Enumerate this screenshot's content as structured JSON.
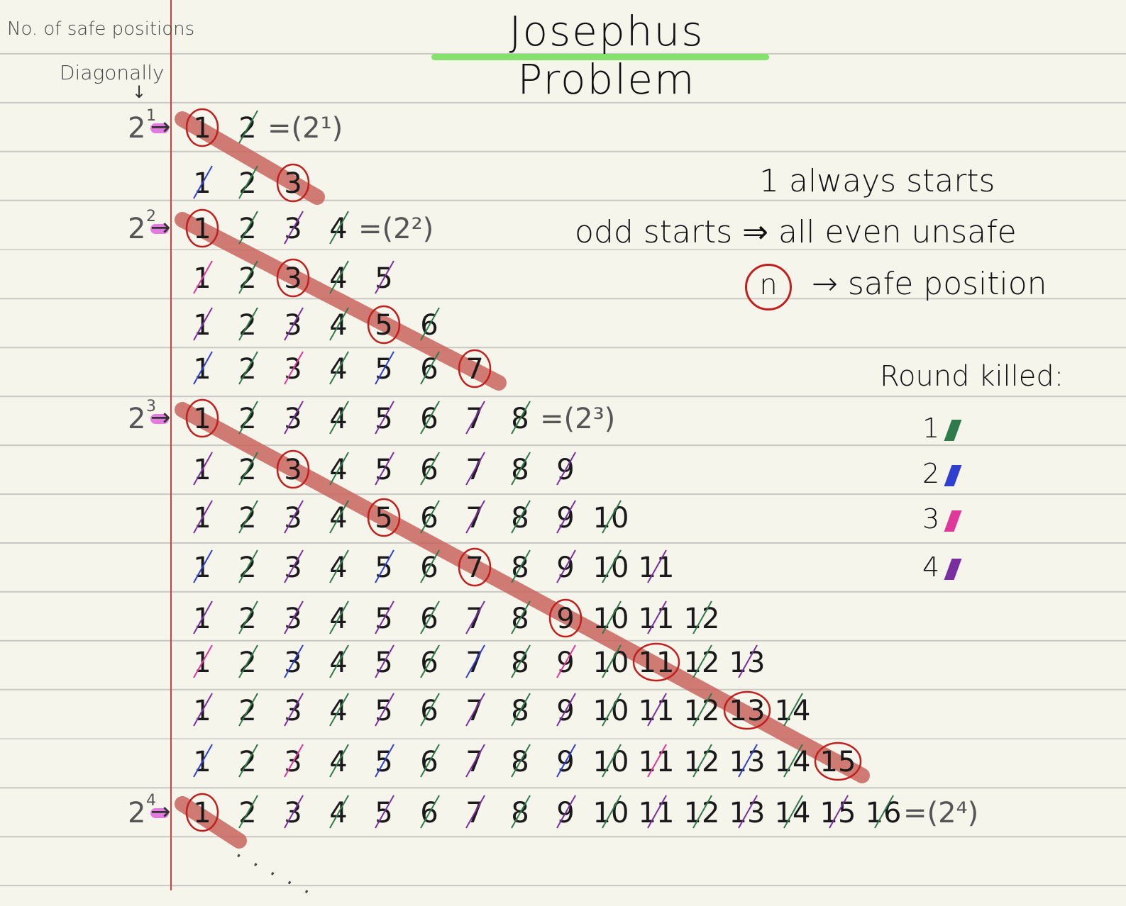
{
  "title": "Josephus Problem",
  "side_note": {
    "line1": "No. of safe positions",
    "line2": "Diagonally",
    "arrow": "↓"
  },
  "notes": {
    "line1": "1 always starts",
    "line2": "odd starts ⇒ all even unsafe",
    "line3_circle": "n",
    "line3_text": "→ safe position"
  },
  "legend": {
    "title": "Round killed:",
    "rounds": [
      {
        "label": "1",
        "color": "#2f7a4a"
      },
      {
        "label": "2",
        "color": "#2f3fd0"
      },
      {
        "label": "3",
        "color": "#e0389a"
      },
      {
        "label": "4",
        "color": "#7a2fa0"
      }
    ]
  },
  "powers": [
    {
      "base": "2",
      "exp": "1",
      "eq": "=(2¹)"
    },
    {
      "base": "2",
      "exp": "2",
      "eq": "=(2²)"
    },
    {
      "base": "2",
      "exp": "3",
      "eq": "=(2³)"
    },
    {
      "base": "2",
      "exp": "4",
      "eq": "=(2⁴)"
    }
  ],
  "rows": [
    {
      "n": 2,
      "safe": 1
    },
    {
      "n": 3,
      "safe": 3
    },
    {
      "n": 4,
      "safe": 1
    },
    {
      "n": 5,
      "safe": 3
    },
    {
      "n": 6,
      "safe": 5
    },
    {
      "n": 7,
      "safe": 7
    },
    {
      "n": 8,
      "safe": 1
    },
    {
      "n": 9,
      "safe": 3
    },
    {
      "n": 10,
      "safe": 5
    },
    {
      "n": 11,
      "safe": 7
    },
    {
      "n": 12,
      "safe": 9
    },
    {
      "n": 13,
      "safe": 11
    },
    {
      "n": 14,
      "safe": 13
    },
    {
      "n": 15,
      "safe": 15
    },
    {
      "n": 16,
      "safe": 1
    }
  ],
  "continuation": "· · · · ·",
  "colors": {
    "paper": "#f6f5ec",
    "rule": "#c9c9c4",
    "margin": "#c8423f",
    "highlight_stroke": "#c9655e",
    "safe_circle": "#c0201e",
    "title_underline": "#84e26c",
    "pink_marker": "#e37ae0"
  }
}
